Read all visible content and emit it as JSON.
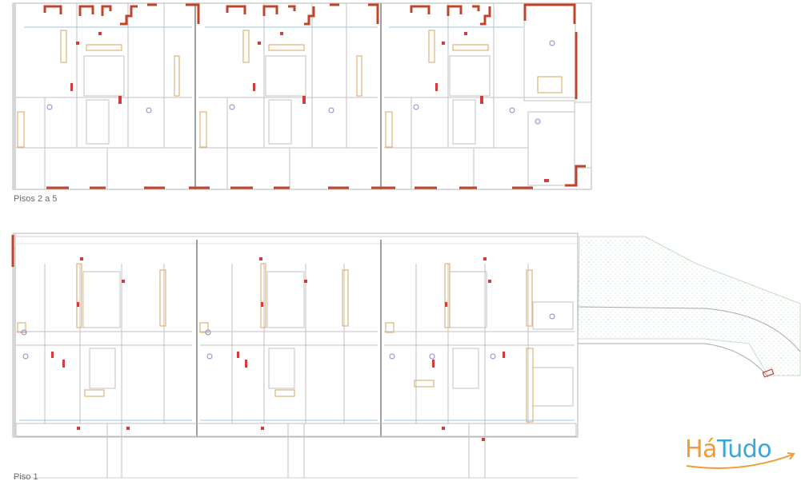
{
  "sheet": {
    "upper_plan_label": "Pisos 2 a 5",
    "lower_plan_label": "Piso 1"
  },
  "logo": {
    "part1": "Há",
    "part2": "Tudo",
    "brand_orange": "#f29a35",
    "brand_blue": "#3aa7d6"
  },
  "colors": {
    "wall": "#b5b5b5",
    "wall_dark": "#8c8c8c",
    "exterior_wall": "#c0442a",
    "furniture": "#e0b27a",
    "fixture_red": "#d43c3c",
    "glazing": "#9cc7e6",
    "landscape_hatch": "#cfe8cf",
    "background": "#ffffff"
  }
}
